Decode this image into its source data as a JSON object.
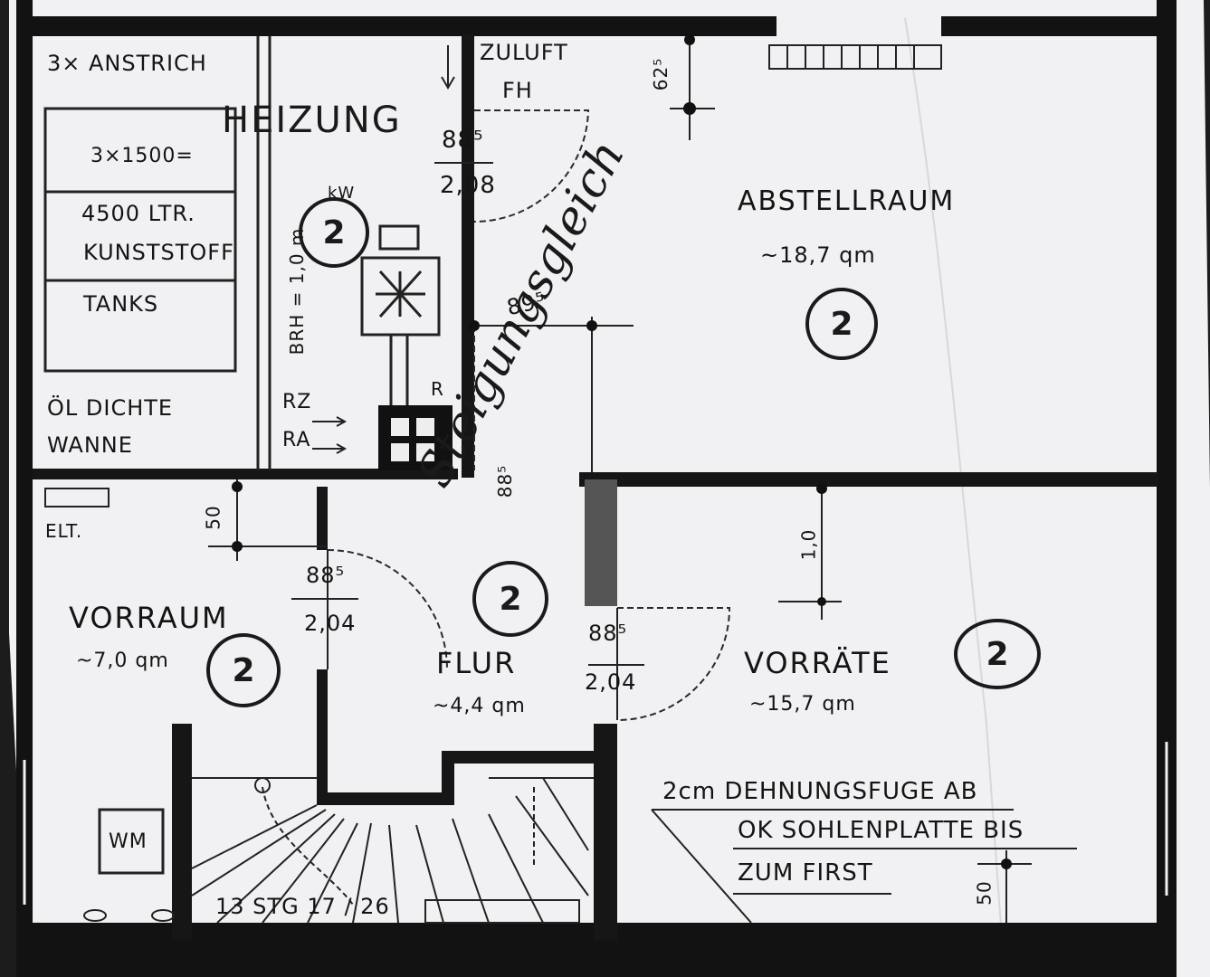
{
  "rooms": {
    "heizung": {
      "label": "HEIZUNG",
      "marker": "2",
      "notes": {
        "anstrich": "3× ANSTRICH",
        "tank_volume": "3×1500=",
        "tank_total": "4500 LTR.",
        "tank_material": "KUNSTSTOFF",
        "tanks": "TANKS",
        "oel_dichte": "ÖL DICHTE",
        "wanne": "WANNE",
        "kw": "kW",
        "brh": "BRH = 1,0 m",
        "rz": "RZ",
        "ra": "RA",
        "r": "R"
      }
    },
    "abstellraum": {
      "label": "ABSTELLRAUM",
      "area": "~18,7 qm",
      "marker": "2"
    },
    "vorraum": {
      "label": "VORRAUM",
      "area": "~7,0 qm",
      "marker": "2"
    },
    "flur": {
      "label": "FLUR",
      "area": "~4,4 qm",
      "marker": "2"
    },
    "vorraete": {
      "label": "VORRÄTE",
      "area": "~15,7 qm",
      "marker": "2"
    }
  },
  "labels": {
    "zuluft": "ZULUFT",
    "fh": "FH",
    "elt": "ELT.",
    "wm": "WM",
    "stairs": "13 STG 17 / 26",
    "expansion_joint": [
      "2cm DEHNUNGSFUGE AB",
      "OK SOHLENPLATTE BIS",
      "ZUM FIRST"
    ]
  },
  "dimensions": {
    "door_heizung": {
      "width": "88⁵",
      "height": "2,08"
    },
    "door_vorraum": {
      "width": "88⁵",
      "height": "2,04"
    },
    "door_vorraete": {
      "width": "88⁵",
      "height": "2,04"
    },
    "opening_abstell": "89⁵",
    "opening_flur": "88⁵",
    "d_625": "62⁵",
    "d_50_left": "50",
    "d_10": "1,0",
    "d_50_right": "50"
  },
  "handwritten": {
    "heizung": "HEIZUNG",
    "annotation": "Steigungsgleich"
  }
}
